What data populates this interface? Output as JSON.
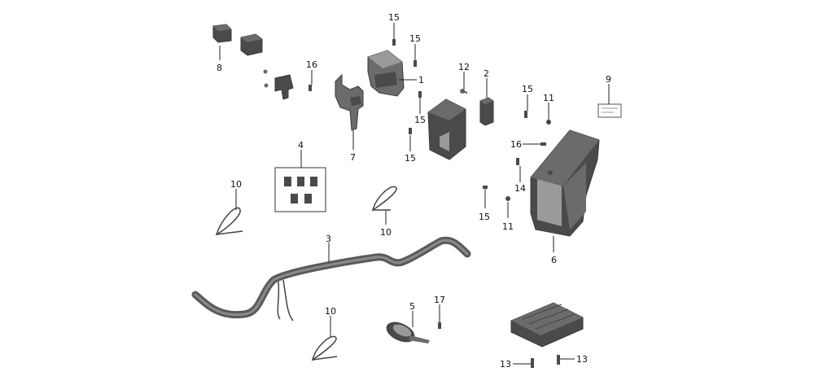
{
  "diagram": {
    "callouts": [
      {
        "id": "c1",
        "text": "1"
      },
      {
        "id": "c2",
        "text": "2"
      },
      {
        "id": "c3",
        "text": "3"
      },
      {
        "id": "c4",
        "text": "4"
      },
      {
        "id": "c5",
        "text": "5"
      },
      {
        "id": "c6",
        "text": "6"
      },
      {
        "id": "c7",
        "text": "7"
      },
      {
        "id": "c8",
        "text": "8"
      },
      {
        "id": "c9",
        "text": "9"
      },
      {
        "id": "c10a",
        "text": "10"
      },
      {
        "id": "c10b",
        "text": "10"
      },
      {
        "id": "c10c",
        "text": "10"
      },
      {
        "id": "c11a",
        "text": "11"
      },
      {
        "id": "c11b",
        "text": "11"
      },
      {
        "id": "c12",
        "text": "12"
      },
      {
        "id": "c13a",
        "text": "13"
      },
      {
        "id": "c13b",
        "text": "13"
      },
      {
        "id": "c14",
        "text": "14"
      },
      {
        "id": "c15a",
        "text": "15"
      },
      {
        "id": "c15b",
        "text": "15"
      },
      {
        "id": "c15c",
        "text": "15"
      },
      {
        "id": "c15d",
        "text": "15"
      },
      {
        "id": "c15e",
        "text": "15"
      },
      {
        "id": "c16a",
        "text": "16"
      },
      {
        "id": "c16b",
        "text": "16"
      },
      {
        "id": "c17",
        "text": "17"
      }
    ]
  }
}
